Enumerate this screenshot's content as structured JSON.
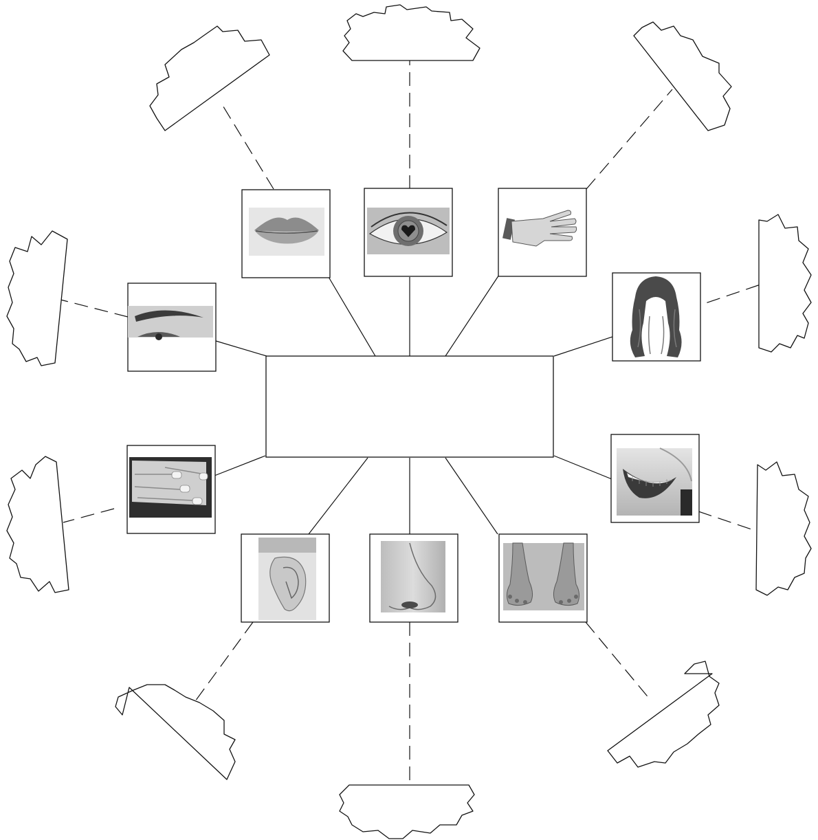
{
  "diagram": {
    "center_box_text": "",
    "items": [
      {
        "id": "lips",
        "icon": "lips-icon",
        "label": ""
      },
      {
        "id": "eye",
        "icon": "eye-icon",
        "label": ""
      },
      {
        "id": "hand",
        "icon": "hand-icon",
        "label": ""
      },
      {
        "id": "hair",
        "icon": "hair-icon",
        "label": ""
      },
      {
        "id": "teeth",
        "icon": "teeth-icon",
        "label": ""
      },
      {
        "id": "feet",
        "icon": "feet-icon",
        "label": ""
      },
      {
        "id": "nose",
        "icon": "nose-icon",
        "label": ""
      },
      {
        "id": "ear",
        "icon": "ear-icon",
        "label": ""
      },
      {
        "id": "nails",
        "icon": "fingernails-icon",
        "label": ""
      },
      {
        "id": "eyebrow",
        "icon": "eyebrow-icon",
        "label": ""
      }
    ],
    "colors": {
      "line": "#111111",
      "photo_bg": "#d8d8d8"
    }
  }
}
